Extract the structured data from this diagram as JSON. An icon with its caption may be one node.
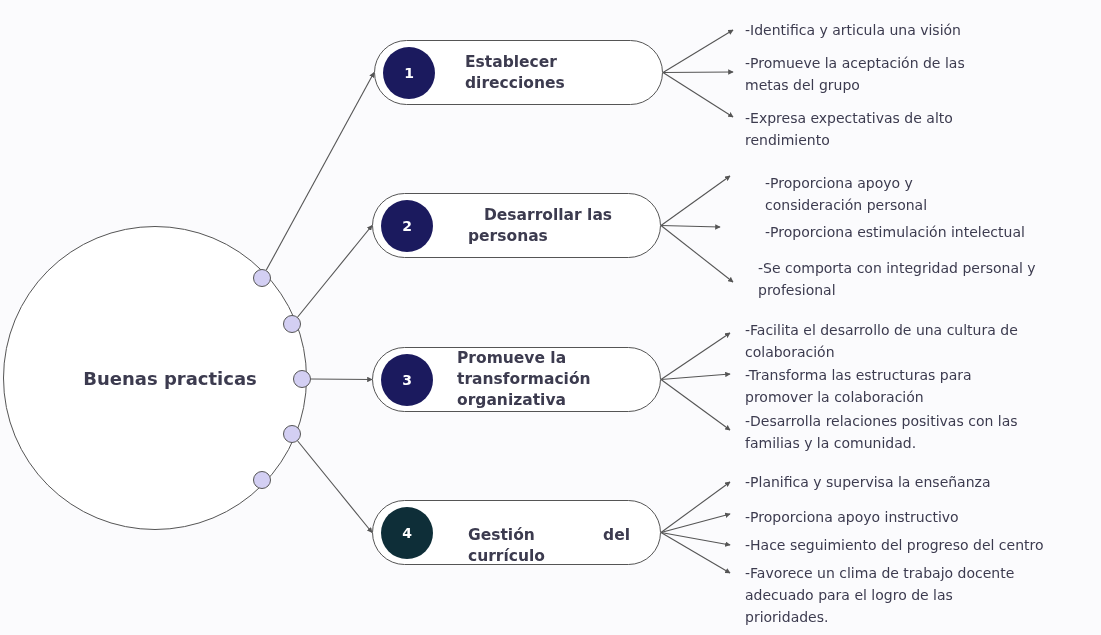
{
  "diagram": {
    "nodes": [
      {
        "text": [
          "Buenas practicas"
        ]
      },
      {
        "text": [],
        "shape": "circle",
        "in": 0
      },
      {
        "text": [],
        "shape": "circle",
        "in": 0
      },
      {
        "text": [],
        "shape": "circle",
        "in": 0
      },
      {
        "text": [],
        "shape": "circle",
        "in": 0
      },
      {
        "text": [],
        "shape": "circle",
        "in": 0
      },
      {
        "text": [
          "Establecer direcciones"
        ]
      },
      {
        "text": [
          "1"
        ],
        "in": 6
      },
      {
        "text": [
          "-Identifica y articula una visión"
        ]
      },
      {
        "text": [
          "-Promueve la aceptación de las metas del grupo"
        ]
      },
      {
        "text": [
          "-Expresa expectativas de alto rendimiento"
        ]
      },
      {
        "text": [
          "Desarrollar las personas"
        ]
      },
      {
        "text": [
          "2"
        ],
        "in": 11
      },
      {
        "text": [
          "-Proporciona apoyo y consideración personal"
        ]
      },
      {
        "text": [
          "-Proporciona estimulación intelectual"
        ]
      },
      {
        "text": [
          "-Se comporta con integridad personal y profesional"
        ]
      },
      {
        "text": [
          "Promueve la transformación organizativa"
        ]
      },
      {
        "text": [
          "3"
        ],
        "in": 16
      },
      {
        "text": [
          "-Facilita el desarrollo de una cultura de colaboración"
        ]
      },
      {
        "text": [
          "-Transforma las estructuras para promover la colaboración"
        ]
      },
      {
        "text": [
          "-Desarrolla relaciones positivas con las familias y la comunidad."
        ]
      },
      {
        "text": [
          "Gestión del currículo"
        ]
      },
      {
        "text": [
          "4"
        ],
        "in": 21
      },
      {
        "text": [
          "-Planifica y supervisa la enseñanza"
        ]
      },
      {
        "text": [
          "-Proporciona apoyo instructivo"
        ]
      },
      {
        "text": [
          "-Hace seguimiento del progreso del centro"
        ]
      },
      {
        "text": [
          "-Favorece un clima de trabajo docente adecuado para el logro de las prioridades."
        ]
      }
    ],
    "edges": [
      {
        "from": 1,
        "to": 6,
        "arrow": "to"
      },
      {
        "from": 2,
        "to": 11,
        "arrow": "to"
      },
      {
        "from": 3,
        "to": 16,
        "arrow": "to"
      },
      {
        "from": 4,
        "to": 21,
        "arrow": "to"
      },
      {
        "from": 6,
        "to": 8,
        "arrow": "to"
      },
      {
        "from": 6,
        "to": 9,
        "arrow": "to"
      },
      {
        "from": 6,
        "to": 10,
        "arrow": "to"
      },
      {
        "from": 11,
        "to": 13,
        "arrow": "to"
      },
      {
        "from": 11,
        "to": 14,
        "arrow": "to"
      },
      {
        "from": 11,
        "to": 15,
        "arrow": "to"
      },
      {
        "from": 16,
        "to": 18,
        "arrow": "to"
      },
      {
        "from": 16,
        "to": 19,
        "arrow": "to"
      },
      {
        "from": 16,
        "to": 20,
        "arrow": "to"
      },
      {
        "from": 21,
        "to": 23,
        "arrow": "to"
      },
      {
        "from": 21,
        "to": 24,
        "arrow": "to"
      },
      {
        "from": 21,
        "to": 25,
        "arrow": "to"
      },
      {
        "from": 21,
        "to": 26,
        "arrow": "to"
      }
    ]
  }
}
